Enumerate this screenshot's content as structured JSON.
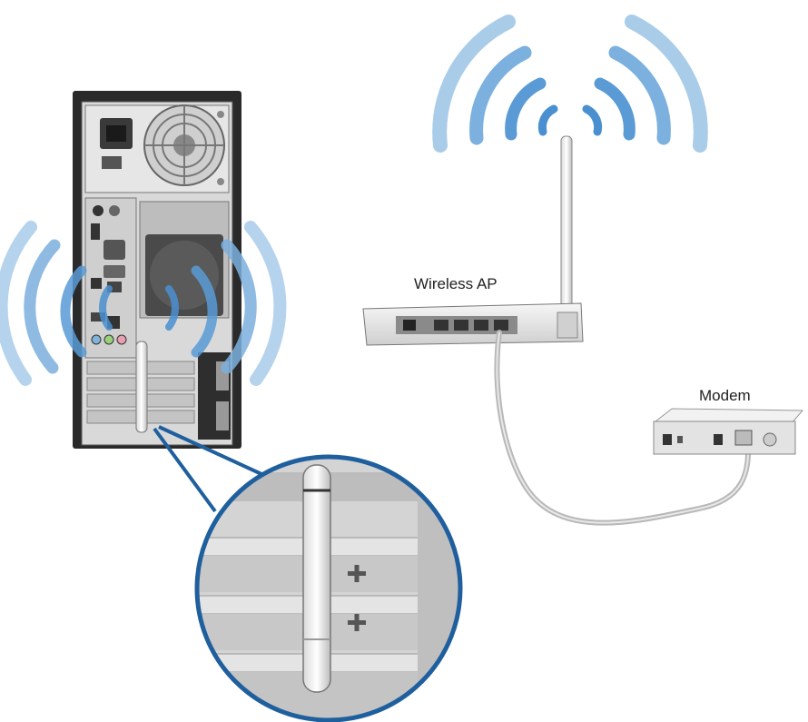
{
  "labels": {
    "access_point": "Wireless AP",
    "modem": "Modem"
  },
  "icons": {
    "signal": "wifi-signal-arcs",
    "plus": "plus-mark"
  },
  "colors": {
    "signal_wave": "#5b9bd5",
    "signal_wave_light": "#a9cce9",
    "callout_outline": "#1f5f9e",
    "chassis": "#2b2b2b",
    "device_body": "#e9e9e9",
    "cable": "#b8b8b8"
  }
}
